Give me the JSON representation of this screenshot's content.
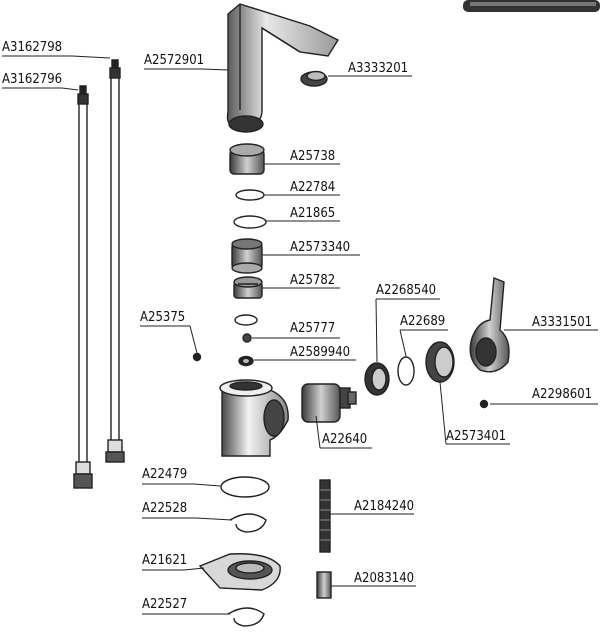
{
  "labels": {
    "a3162798": "A3162798",
    "a3162796": "A3162796",
    "a2572901": "A2572901",
    "a3333201": "A3333201",
    "a25738": "A25738",
    "a22784": "A22784",
    "a21865": "A21865",
    "a2573340": "A2573340",
    "a25782": "A25782",
    "a25375": "A25375",
    "a25777": "A25777",
    "a2589940": "A2589940",
    "a2268540": "A2268540",
    "a22689": "A22689",
    "a3331501": "A3331501",
    "a2298601": "A2298601",
    "a22640": "A22640",
    "a2573401": "A2573401",
    "a22479": "A22479",
    "a22528": "A22528",
    "a2184240": "A2184240",
    "a21621": "A21621",
    "a2083140": "A2083140",
    "a22527": "A22527"
  },
  "colors": {
    "line": "#222222",
    "part_shade": "#6b6b6b",
    "part_dark": "#2a2a2a",
    "background": "#ffffff"
  }
}
